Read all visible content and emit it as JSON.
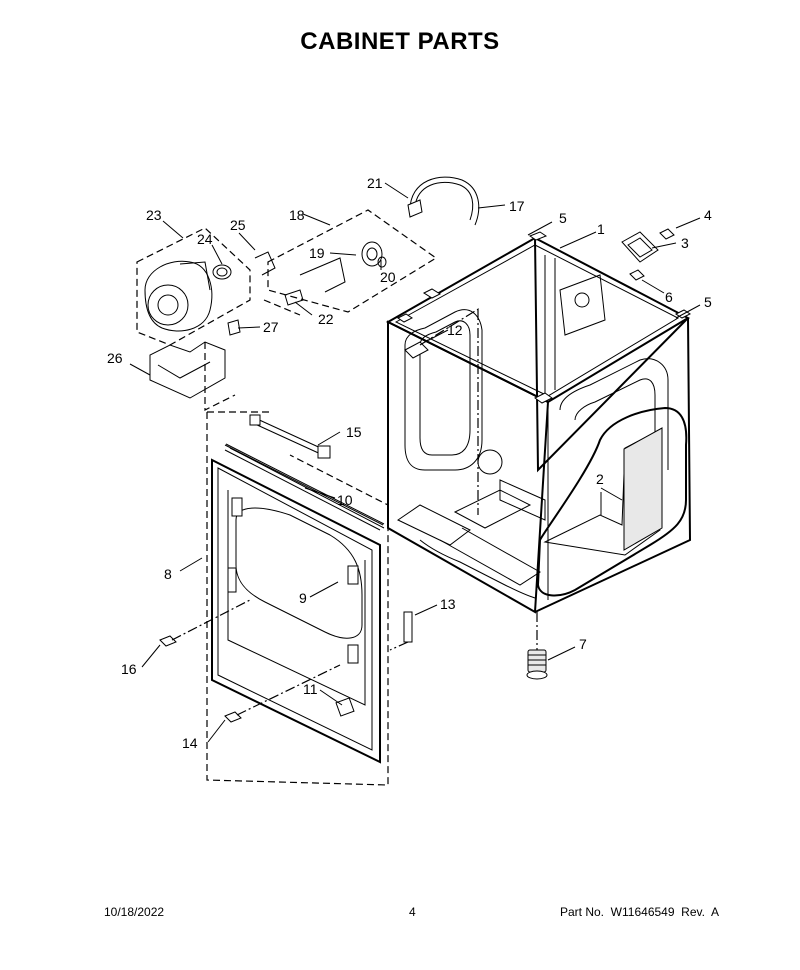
{
  "title": "CABINET PARTS",
  "callouts": [
    {
      "id": "c1",
      "label": "1"
    },
    {
      "id": "c2",
      "label": "2"
    },
    {
      "id": "c3",
      "label": "3"
    },
    {
      "id": "c4",
      "label": "4"
    },
    {
      "id": "c5a",
      "label": "5"
    },
    {
      "id": "c5b",
      "label": "5"
    },
    {
      "id": "c6",
      "label": "6"
    },
    {
      "id": "c7",
      "label": "7"
    },
    {
      "id": "c8",
      "label": "8"
    },
    {
      "id": "c9",
      "label": "9"
    },
    {
      "id": "c10",
      "label": "10"
    },
    {
      "id": "c11",
      "label": "11"
    },
    {
      "id": "c12",
      "label": "12"
    },
    {
      "id": "c13",
      "label": "13"
    },
    {
      "id": "c14",
      "label": "14"
    },
    {
      "id": "c15",
      "label": "15"
    },
    {
      "id": "c16",
      "label": "16"
    },
    {
      "id": "c17",
      "label": "17"
    },
    {
      "id": "c18",
      "label": "18"
    },
    {
      "id": "c19",
      "label": "19"
    },
    {
      "id": "c20",
      "label": "20"
    },
    {
      "id": "c21",
      "label": "21"
    },
    {
      "id": "c22",
      "label": "22"
    },
    {
      "id": "c23",
      "label": "23"
    },
    {
      "id": "c24",
      "label": "24"
    },
    {
      "id": "c25",
      "label": "25"
    },
    {
      "id": "c26",
      "label": "26"
    },
    {
      "id": "c27",
      "label": "27"
    }
  ],
  "footer": {
    "date": "10/18/2022",
    "page": "4",
    "part_number": "Part No.  W11646549  Rev.  A"
  }
}
